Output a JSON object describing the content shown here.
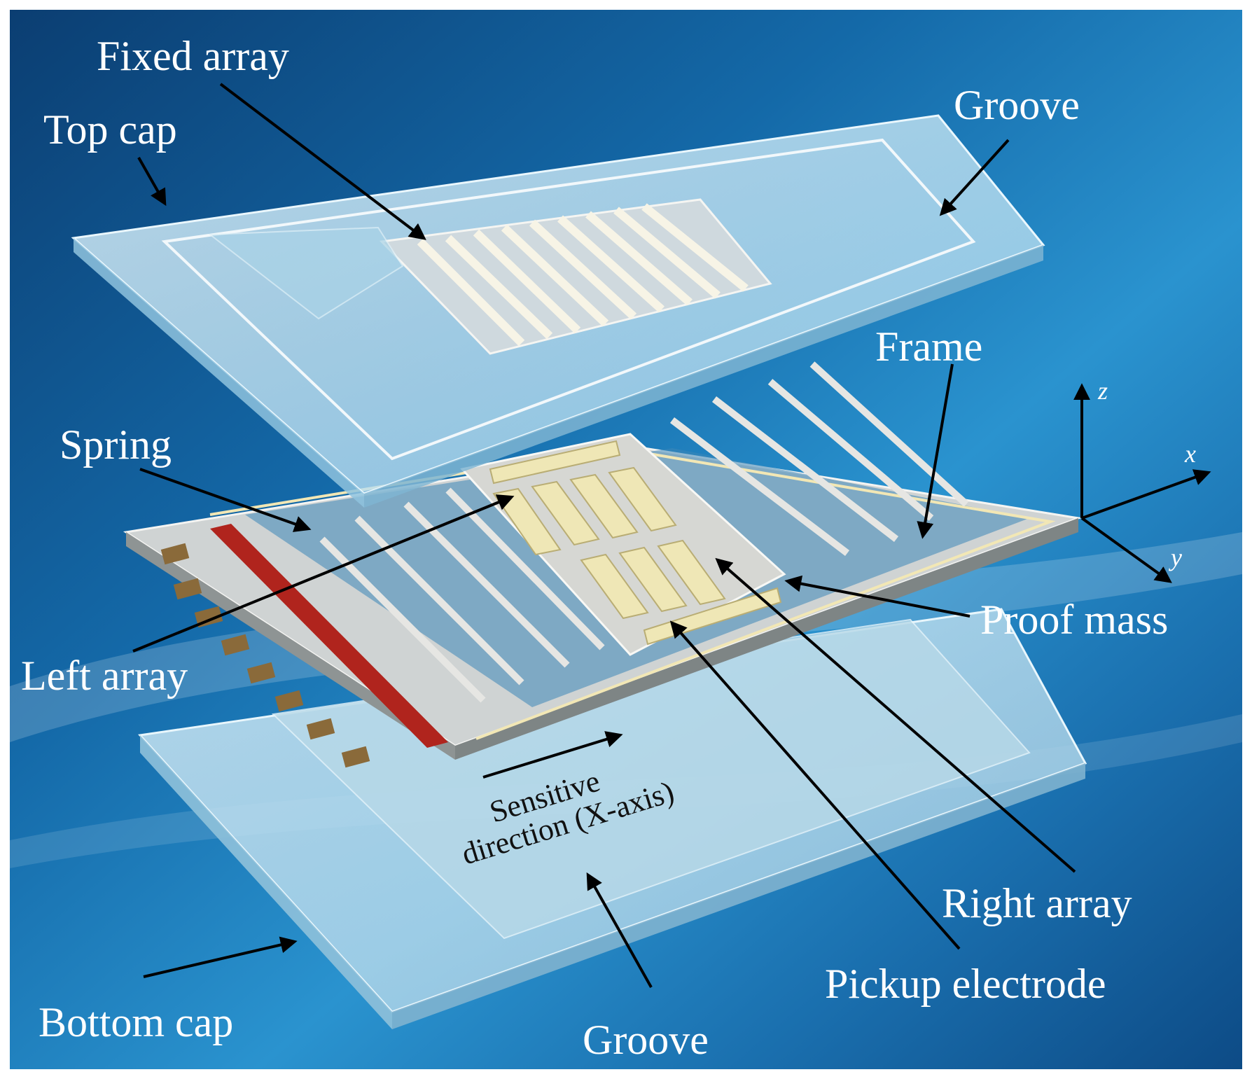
{
  "labels": {
    "fixed_array": "Fixed array",
    "top_cap": "Top cap",
    "groove_top": "Groove",
    "frame": "Frame",
    "spring": "Spring",
    "left_array": "Left array",
    "proof_mass": "Proof mass",
    "right_array": "Right array",
    "pickup_electrode": "Pickup electrode",
    "bottom_cap": "Bottom cap",
    "groove_bottom": "Groove",
    "sensitive_line1": "Sensitive",
    "sensitive_line2": "direction (X-axis)"
  },
  "axes": {
    "z": "z",
    "x": "x",
    "y": "y"
  },
  "colors": {
    "background_dark": "#0a3f73",
    "background_mid": "#1a7fc0",
    "background_light": "#6fc3ea",
    "glass": "#bfe3f2",
    "structure": "#d9d9d6",
    "electrode": "#efe7b6",
    "pad": "#8a6a3a",
    "red_bar": "#b0241d",
    "arrow": "#000000",
    "label_text": "#ffffff"
  }
}
